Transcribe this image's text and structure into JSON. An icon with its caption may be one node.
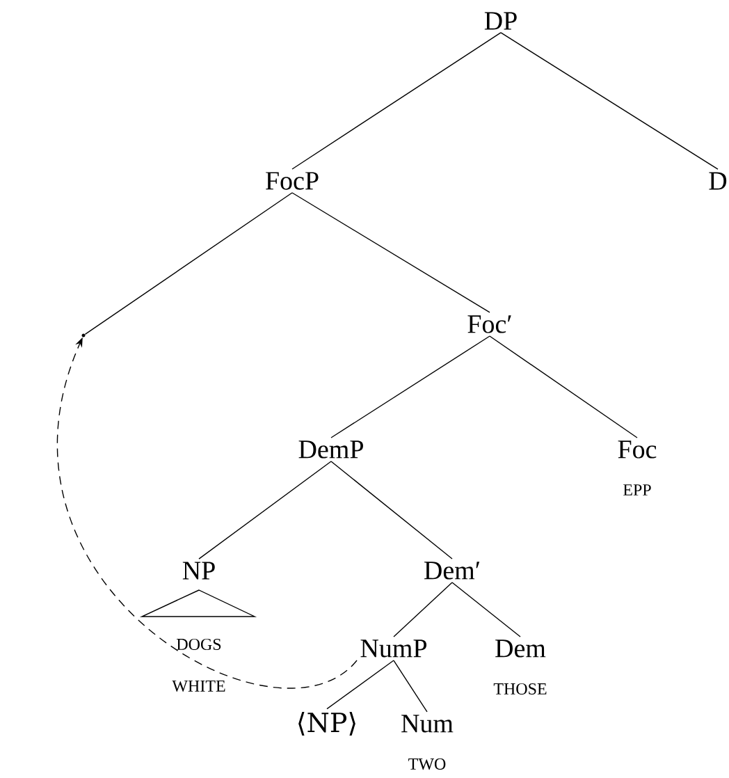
{
  "diagram": {
    "nodes": [
      {
        "text": [
          "DP"
        ]
      },
      {
        "text": [
          "FocP"
        ]
      },
      {
        "text": [
          "D"
        ]
      },
      {
        "text": [],
        "shape": "point"
      },
      {
        "text": [
          "Foc′"
        ]
      },
      {
        "text": [
          "DemP"
        ]
      },
      {
        "text": [
          "Foc"
        ],
        "beside": [
          "EPP"
        ]
      },
      {
        "text": [
          "NP"
        ],
        "beside": [
          "DOGS",
          "WHITE"
        ]
      },
      {
        "text": [
          "Dem′"
        ]
      },
      {
        "text": [
          "NumP"
        ]
      },
      {
        "text": [
          "Dem"
        ],
        "beside": [
          "THOSE"
        ]
      },
      {
        "text": [
          "⟨NP⟩"
        ]
      },
      {
        "text": [
          "Num"
        ],
        "beside": [
          "TWO"
        ]
      }
    ],
    "edges": [
      {
        "from": 0,
        "to": 1,
        "arrow": "none"
      },
      {
        "from": 0,
        "to": 2,
        "arrow": "none"
      },
      {
        "from": 1,
        "to": 3,
        "arrow": "none"
      },
      {
        "from": 1,
        "to": 4,
        "arrow": "none"
      },
      {
        "from": 4,
        "to": 5,
        "arrow": "none"
      },
      {
        "from": 4,
        "to": 6,
        "arrow": "none"
      },
      {
        "from": 5,
        "to": 7,
        "arrow": "none"
      },
      {
        "from": 5,
        "to": 8,
        "arrow": "none"
      },
      {
        "from": 8,
        "to": 9,
        "arrow": "none"
      },
      {
        "from": 8,
        "to": 10,
        "arrow": "none"
      },
      {
        "from": 9,
        "to": 11,
        "arrow": "none"
      },
      {
        "from": 9,
        "to": 12,
        "arrow": "none"
      },
      {
        "from": 9,
        "to": 3,
        "arrow": "to",
        "style": "dashed"
      }
    ]
  }
}
